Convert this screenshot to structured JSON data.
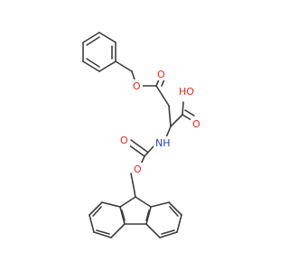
{
  "molecule": {
    "atoms": {
      "ester_o": "O",
      "ester_carbonyl_o": "O",
      "acid_oh": "HO",
      "acid_carbonyl_o": "O",
      "amine_nh": "NH",
      "carbamate_carbonyl_o": "O",
      "carbamate_o": "O"
    },
    "colors": {
      "bond": "#3c3c3c",
      "oxygen": "#e8281e",
      "nitrogen": "#2c3cc8",
      "background": "#ffffff"
    }
  }
}
